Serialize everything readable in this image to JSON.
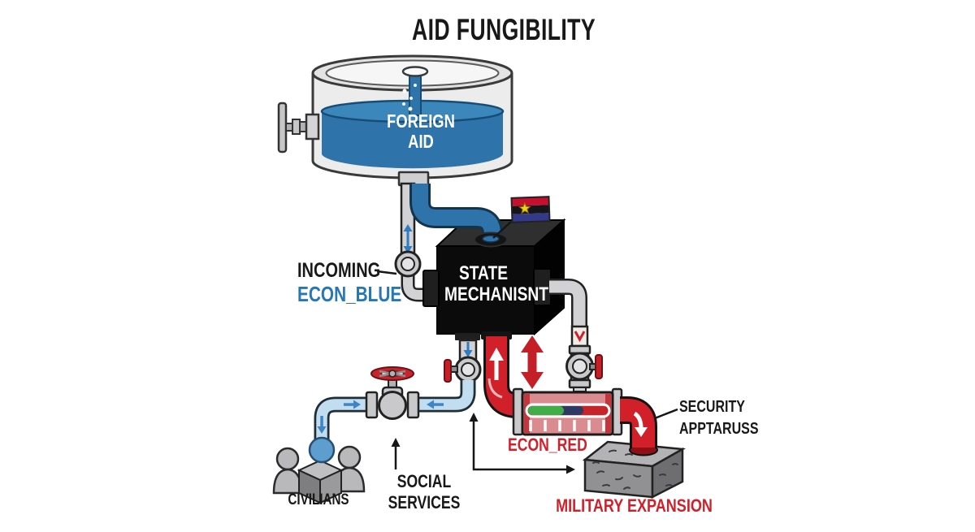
{
  "title": "AID FUNGIBILITY",
  "diagram": {
    "tank_label": "FOREIGN\nAID",
    "incoming_label": "INCOMING",
    "econ_blue_label": "ECON_BLUE",
    "state_box_label": "STATE\nMECHANISNT",
    "civilians_label": "CIVILIANS",
    "social_services_label": "SOCIAL\nSERVICES",
    "econ_red_label": "ECON_RED",
    "military_label": "MILITARY EXPANSION",
    "security_label": "SECURITY\nAPPTARUSS",
    "flag": {
      "description": "horizontal tricolor red-black-blue with yellow star at left",
      "stripe_colors": [
        "#c8102e",
        "#15151a",
        "#333a8c"
      ],
      "star_color": "#f2d11b"
    },
    "gauge": {
      "segment_colors": [
        "#3fae49",
        "#2e3a63",
        "#c6242b"
      ],
      "segment_fractions": [
        0.45,
        0.23,
        0.32
      ],
      "tick_count": 6
    }
  },
  "colors": {
    "background": "#ffffff",
    "aid_blue": "#2e74ab",
    "light_blue_pipe": "#c3ddf0",
    "flow_arrow_blue": "#3d85c4",
    "econ_blue_text": "#2677b6",
    "econ_red": "#d1202a",
    "accent_red": "#c41e26",
    "gauge_body_pink": "#d98b90",
    "pipe_gray": "#d2d2d4",
    "ink_black": "#181818"
  }
}
